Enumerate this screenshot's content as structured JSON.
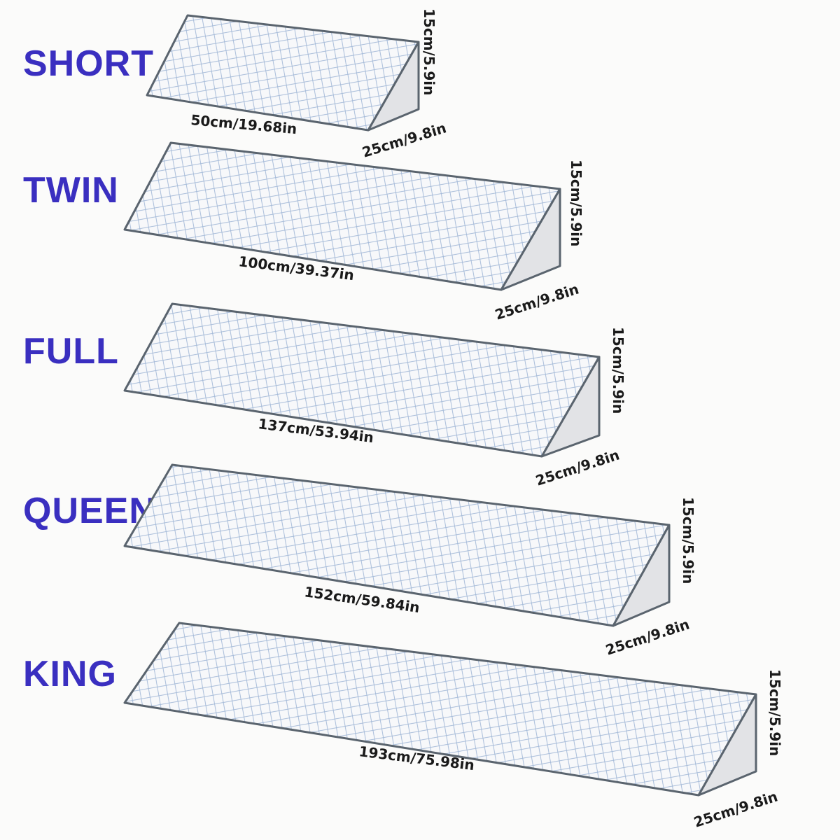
{
  "colors": {
    "size_label": "#3a2fc0",
    "outline": "#5a646e",
    "quilt_line": "#9fb6d6",
    "end_face": "#e2e3e6",
    "background": "#fbfbfa"
  },
  "wedges": [
    {
      "size": "SHORT",
      "length": "50cm/19.68in",
      "depth": "25cm/9.8in",
      "height": "15cm/5.9in"
    },
    {
      "size": "TWIN",
      "length": "100cm/39.37in",
      "depth": "25cm/9.8in",
      "height": "15cm/5.9in"
    },
    {
      "size": "FULL",
      "length": "137cm/53.94in",
      "depth": "25cm/9.8in",
      "height": "15cm/5.9in"
    },
    {
      "size": "QUEEN",
      "length": "152cm/59.84in",
      "depth": "25cm/9.8in",
      "height": "15cm/5.9in"
    },
    {
      "size": "KING",
      "length": "193cm/75.98in",
      "depth": "25cm/9.8in",
      "height": "15cm/5.9in"
    }
  ]
}
